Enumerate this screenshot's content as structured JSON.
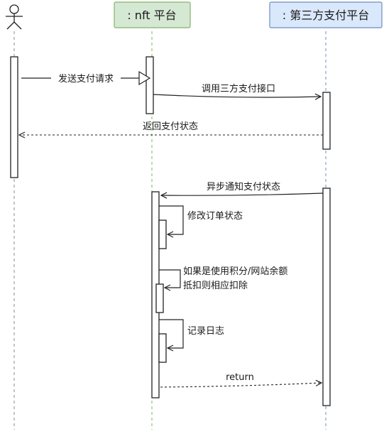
{
  "participants": {
    "user": {
      "label": ""
    },
    "nft": {
      "label": ": nft 平台",
      "fill": "#d5e8d4",
      "stroke": "#82b366"
    },
    "third": {
      "label": ": 第三方支付平台",
      "fill": "#dae8fc",
      "stroke": "#6c8ebf"
    }
  },
  "messages": {
    "send_payment_request": "发送支付请求",
    "call_third_party_api": "调用三方支付接口",
    "return_payment_status": "返回支付状态",
    "async_notify_status": "异步通知支付状态",
    "update_order_status": "修改订单状态",
    "deduct_line1": "如果是使用积分/网站余额",
    "deduct_line2": "抵扣则相应扣除",
    "write_log": "记录日志",
    "return_label": "return"
  },
  "colors": {
    "user_lifeline": "#888888",
    "nft_lifeline": "#82b366",
    "third_lifeline": "#6c8ebf"
  }
}
